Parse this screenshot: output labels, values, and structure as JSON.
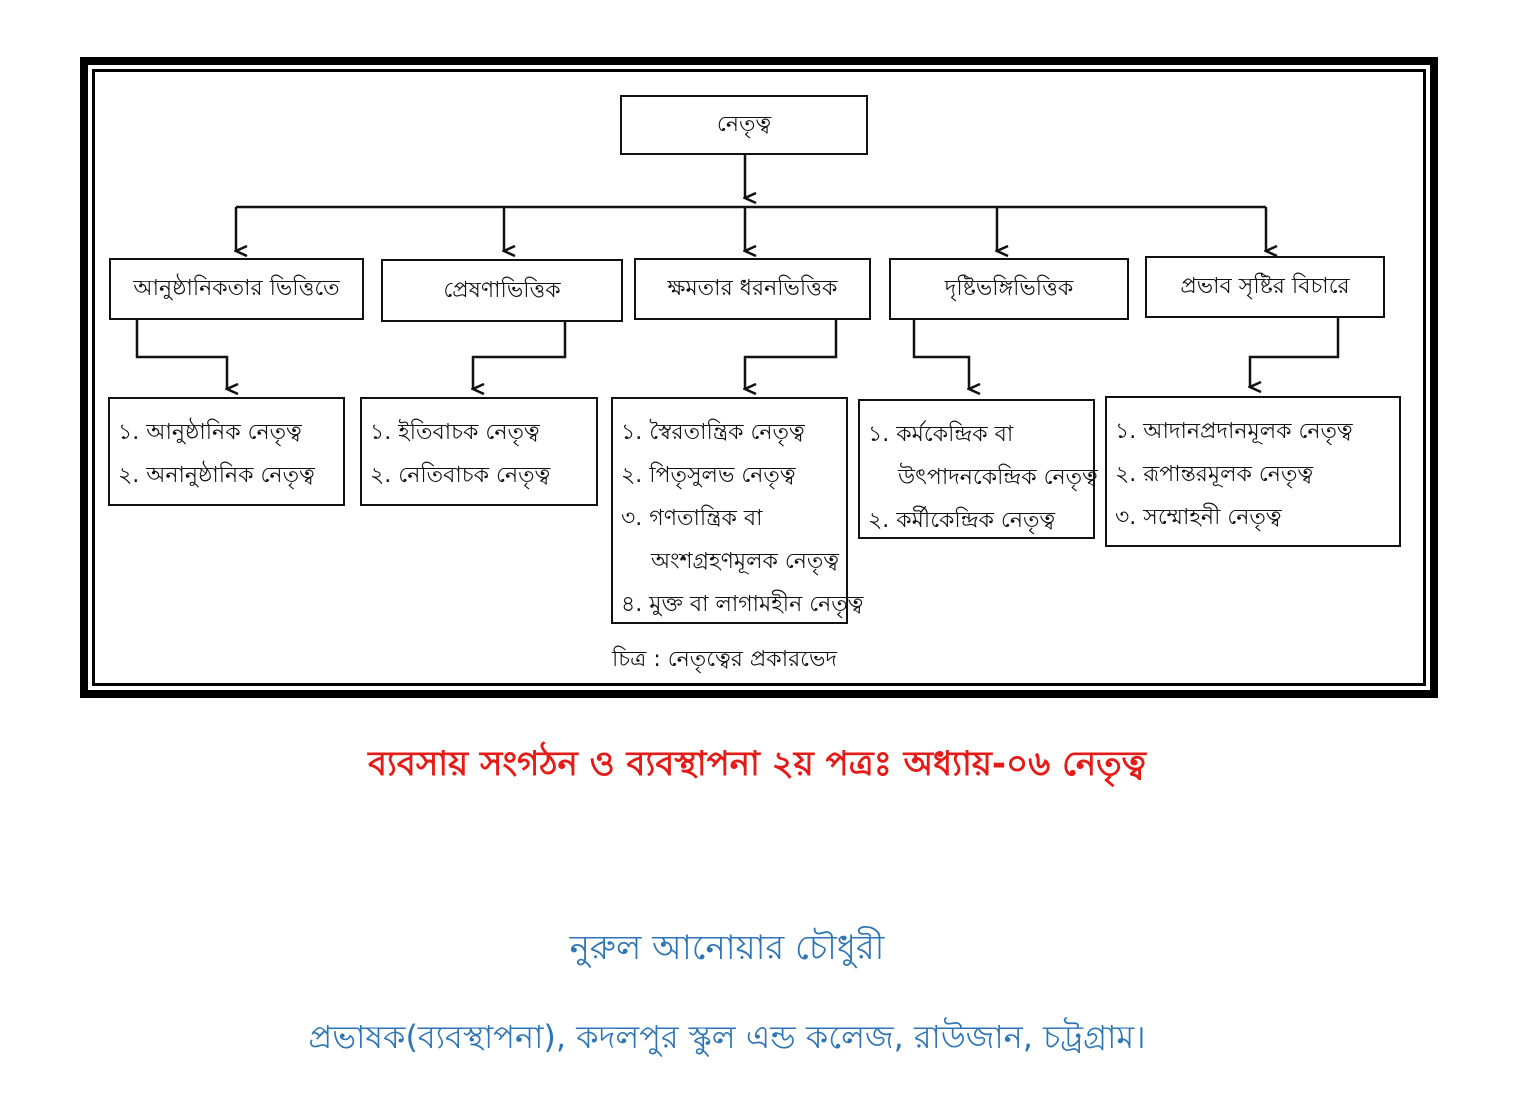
{
  "diagram": {
    "root": "নেতৃত্ব",
    "categories": [
      {
        "label": "আনুষ্ঠানিকতার ভিত্তিতে",
        "items": [
          "১. আনুষ্ঠানিক নেতৃত্ব",
          "২. অনানুষ্ঠানিক নেতৃত্ব"
        ]
      },
      {
        "label": "প্রেষণাভিত্তিক",
        "items": [
          "১. ইতিবাচক নেতৃত্ব",
          "২. নেতিবাচক নেতৃত্ব"
        ]
      },
      {
        "label": "ক্ষমতার ধরনভিত্তিক",
        "items": [
          "১. স্বৈরতান্ত্রিক নেতৃত্ব",
          "২. পিতৃসুলভ নেতৃত্ব",
          "৩. গণতান্ত্রিক বা",
          "অংশগ্রহণমূলক নেতৃত্ব",
          "৪. মুক্ত বা লাগামহীন নেতৃত্ব"
        ]
      },
      {
        "label": "দৃষ্টিভঙ্গিভিত্তিক",
        "items": [
          "১. কর্মকেন্দ্রিক বা",
          "উৎপাদনকেন্দ্রিক নেতৃত্ব",
          "২. কর্মীকেন্দ্রিক নেতৃত্ব"
        ]
      },
      {
        "label": "প্রভাব সৃষ্টির বিচারে",
        "items": [
          "১. আদানপ্রদানমূলক নেতৃত্ব",
          "২. রূপান্তরমূলক নেতৃত্ব",
          "৩. সম্মোহনী নেতৃত্ব"
        ]
      }
    ],
    "caption": "চিত্র : নেতৃত্বের প্রকারভেদ"
  },
  "footer": {
    "title": "ব্যবসায় সংগঠন ও ব্যবস্থাপনা ২য় পত্রঃ অধ্যায়-০৬ নেতৃত্ব",
    "author": "নুরুল আনোয়ার চৌধুরী",
    "designation": "প্রভাষক(ব্যবস্থাপনা), কদলপুর স্কুল এন্ড কলেজ, রাউজান, চট্রগ্রাম।"
  },
  "colors": {
    "title": "#e41b17",
    "author": "#2e75b6"
  }
}
